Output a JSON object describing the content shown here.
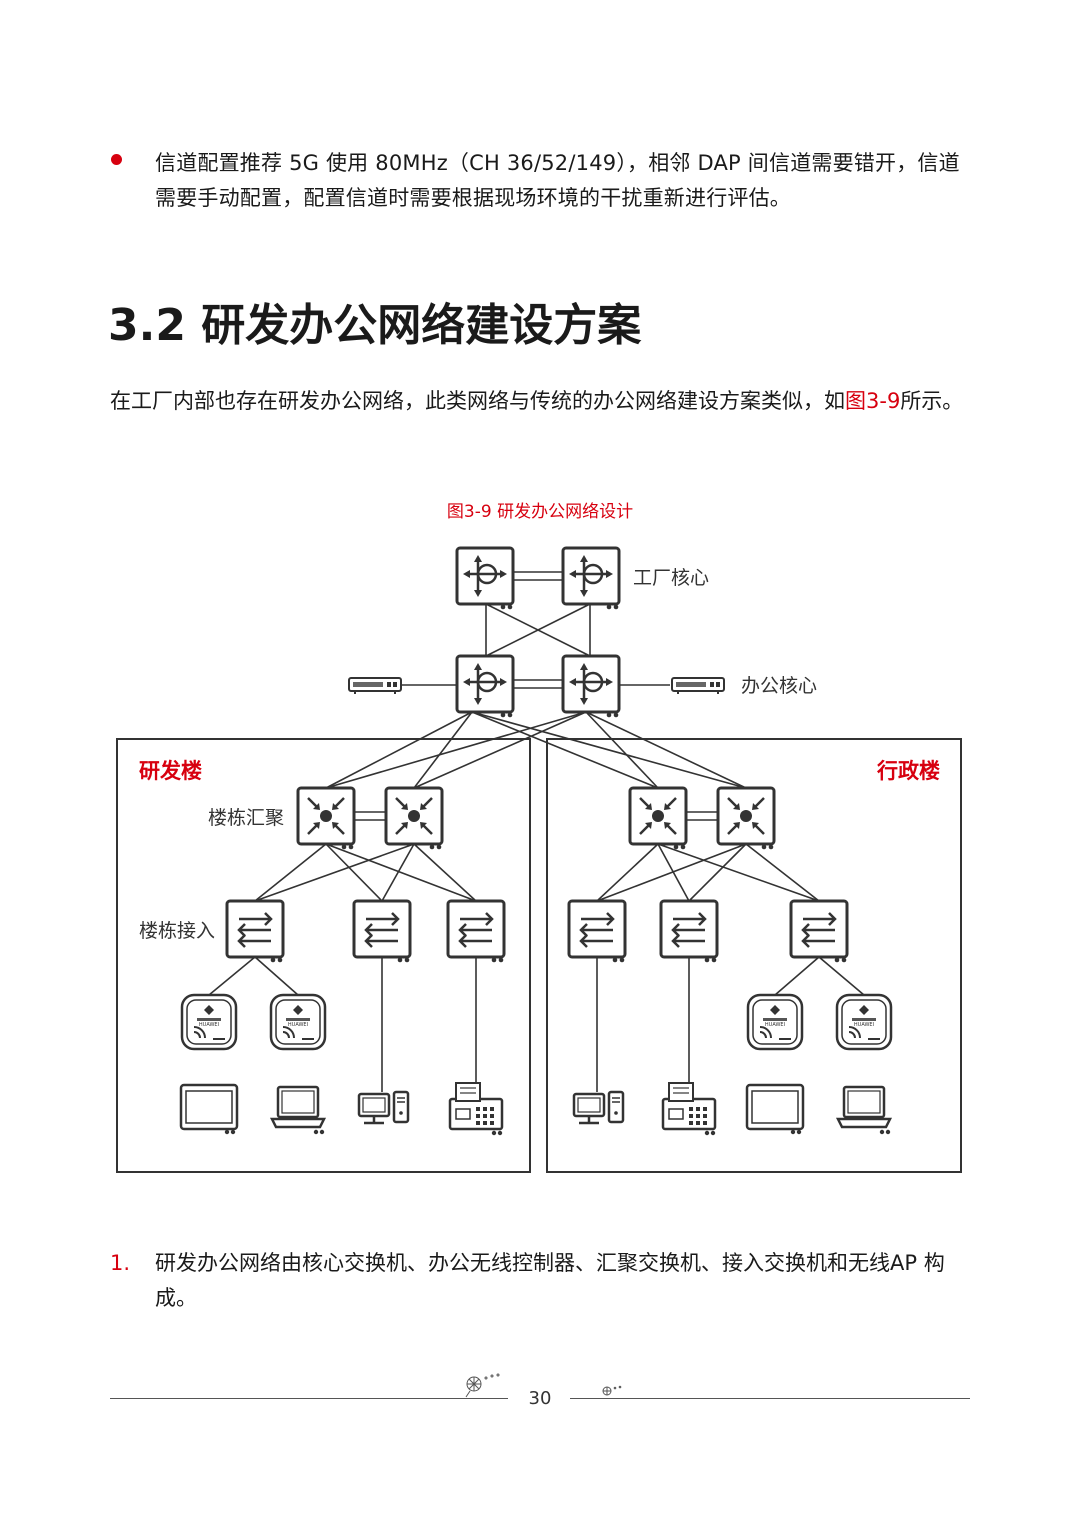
{
  "bullet": {
    "text": "信道配置推荐 5G 使用 80MHz（CH  36/52/149），相邻 DAP 间信道需要错开，信道需要手动配置，配置信道时需要根据现场环境的干扰重新进行评估。"
  },
  "section": {
    "title": "3.2 研发办公网络建设方案"
  },
  "intro": {
    "text": "在工厂内部也存在研发办公网络，此类网络与传统的办公网络建设方案类似，如",
    "fig_ref": "图3-9",
    "text_after": "所示。"
  },
  "figure": {
    "caption": "图3-9 研发办公网络设计",
    "labels": {
      "factory_core": "工厂核心",
      "office_core": "办公核心",
      "rd_building": "研发楼",
      "admin_building": "行政楼",
      "aggregation": "楼栋汇聚",
      "access": "楼栋接入"
    },
    "ap_brand": "HUAWEI",
    "colors": {
      "accent": "#d7000f",
      "device_stroke": "#333333",
      "line": "#333333"
    }
  },
  "list": {
    "marker": "1.",
    "text": "研发办公网络由核心交换机、办公无线控制器、汇聚交换机、接入交换机和无线AP 构成。"
  },
  "footer": {
    "page_number": "30"
  }
}
